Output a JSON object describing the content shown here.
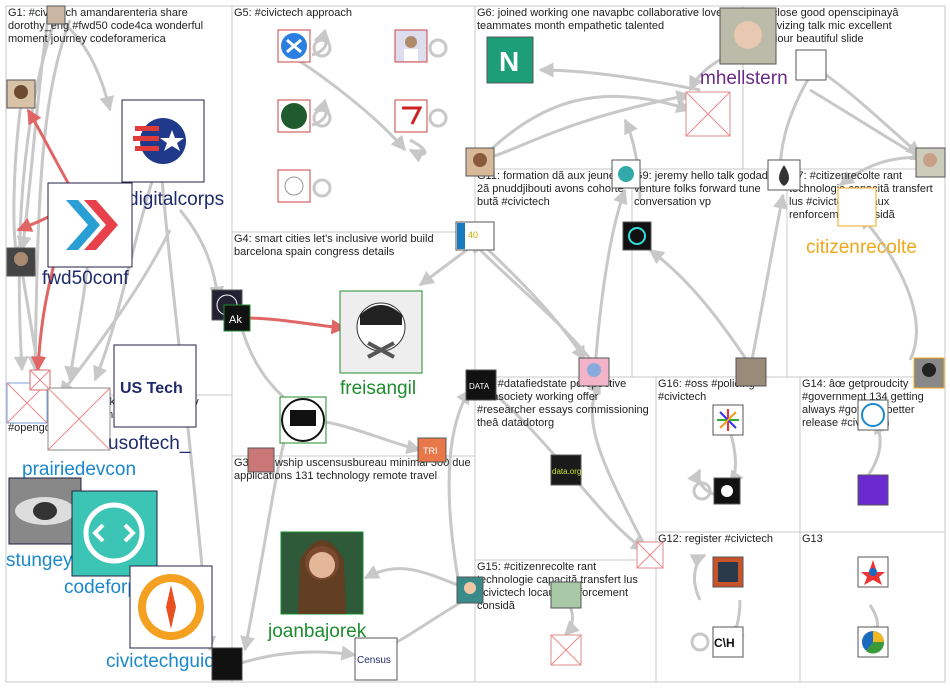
{
  "groups": [
    {
      "id": "G1",
      "label": "G1: #civictech amandarenteria share dorothy_eng #fwd50 code4ca wonderful moment journey codeforamerica"
    },
    {
      "id": "G5",
      "label": "G5: #civictech approach"
    },
    {
      "id": "G6",
      "label": "G6: joined working one navapbc collaborative loved teammates month empathetic talented"
    },
    {
      "id": "G10",
      "label": "G10: close good openscipinayâ incentivizing talk mic excellent behaviour beautiful slide"
    },
    {
      "id": "G4",
      "label": "G4: smart cities let's inclusive world build barcelona spain congress details"
    },
    {
      "id": "G11",
      "label": "G11: formation dã aux jeunes 2ã pnuddjibouti avons cohorte butã #civictech"
    },
    {
      "id": "G9",
      "label": "G9: jeremy hello talk godaddy venture folks forward tune conversation vp"
    },
    {
      "id": "G7",
      "label": "G7: #citizenrecolte rant technologie capacitã transfert lus #civictech locaux renforcement considã"
    },
    {
      "id": "G2",
      "label": "G2: prairiedevcon talk #mbpoli monday #opendata short winnipeg #wpgpoli #opengov uon"
    },
    {
      "id": "G8",
      "label": "G8: #datafiedstate perspective datasociety working offer #researcher essays commissioning theâ datadotorg"
    },
    {
      "id": "G16",
      "label": "G16: #oss #policing #civictech"
    },
    {
      "id": "G14",
      "label": "G14: âœ getproudcity #government 134 getting always #govtech better release #civictech"
    },
    {
      "id": "G3",
      "label": "G3: fellowship uscensusbureau minimal 300 due applications 131 technology remote travel"
    },
    {
      "id": "G12",
      "label": "G12: register #civictech"
    },
    {
      "id": "G13",
      "label": "G13"
    },
    {
      "id": "G15",
      "label": "G15: #citizenrecolte rant technologie capacitã transfert lus #civictech locaux renforcement considã"
    }
  ],
  "node_labels": {
    "digitalcorps": "digitalcorps",
    "fwd50conf": "fwd50conf",
    "usoftech": "usoftech_",
    "prairiedevcon": "prairiedevcon",
    "stungeye": "stungey",
    "codeforpdx": "codeforpdx",
    "civictechguide": "civictechguide",
    "freisangil": "freisangil",
    "joanbajorek": "joanbajorek",
    "mhellstern": "mhellstern",
    "citizenrecolte": "citizenrecolte"
  },
  "logo_text": {
    "usoftech_logo": "US Tech",
    "census_logo": "Census",
    "data_org_logo": "data.org",
    "navapbc_logo": "N",
    "chh_logo": "C\\H",
    "datafied_logo": "DATA"
  },
  "colors": {
    "red_edge": "#e06666",
    "gray_edge": "#c8c8c8",
    "label_blue": "#1a88cc",
    "label_navy": "#1f2a6b",
    "label_green": "#1e8c2e",
    "label_purple": "#6b2a86",
    "label_orange": "#f0a81a"
  }
}
